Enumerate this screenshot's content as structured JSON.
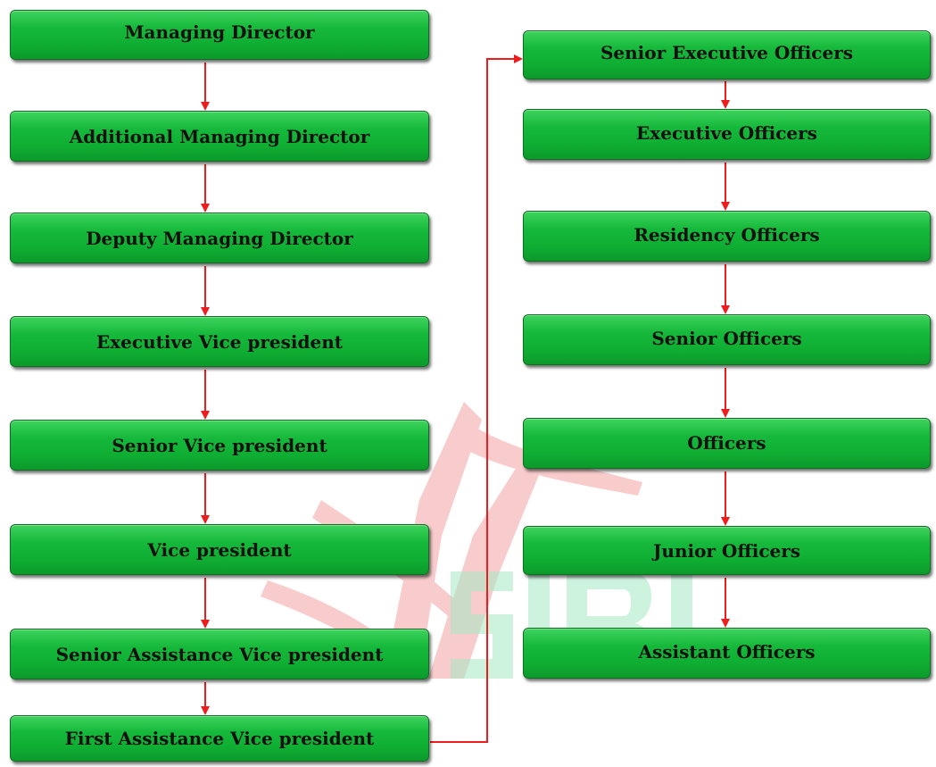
{
  "left_column": [
    "Managing Director",
    "Additional Managing Director",
    "Deputy Managing Director",
    "Executive Vice president",
    "Senior Vice president",
    "Vice president",
    "Senior Assistance Vice president",
    "First Assistance Vice president"
  ],
  "right_column": [
    "Senior Executive Officers",
    "Executive Officers",
    "Residency Officers",
    "Senior Officers",
    "Officers",
    "Junior Officers",
    "Assistant Officers"
  ],
  "watermark": {
    "text": "SIBL"
  },
  "colors": {
    "box_fill": "#16b93b",
    "box_border": "#0d6e22",
    "arrow": "#ee1c1c",
    "watermark_red": "#f4a3a3",
    "watermark_green": "#a6e8c4"
  }
}
